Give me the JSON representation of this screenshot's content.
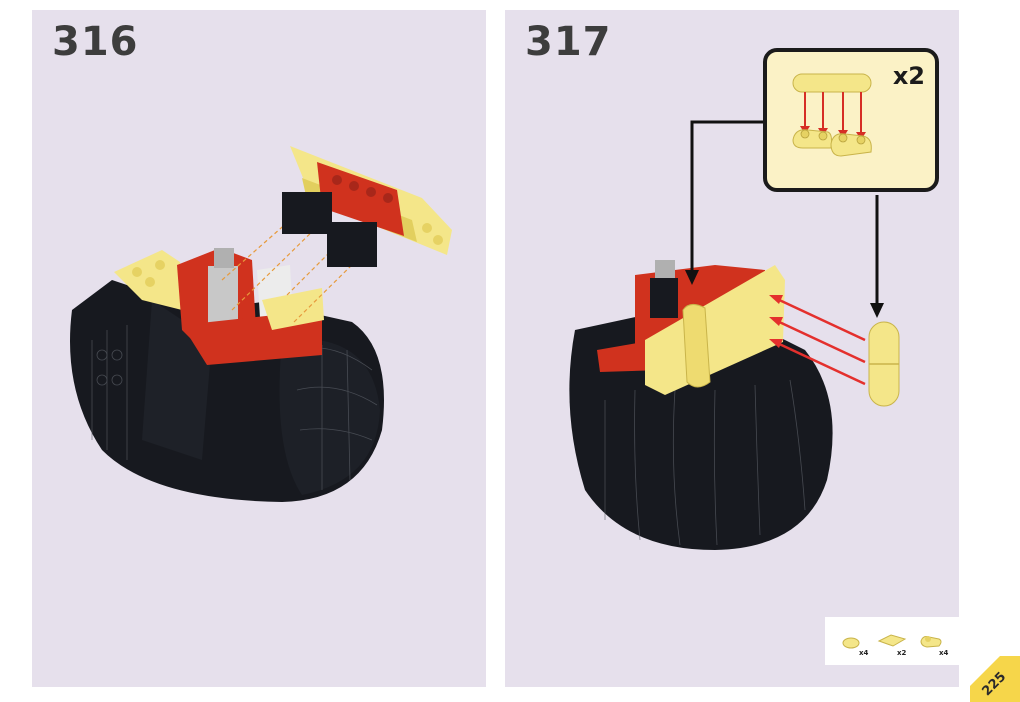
{
  "steps": [
    {
      "number": "316"
    },
    {
      "number": "317"
    }
  ],
  "callout": {
    "quantity": "x2"
  },
  "parts_list": [
    {
      "icon": "yellow-round-tile-icon",
      "quantity": "x4"
    },
    {
      "icon": "yellow-flat-tile-icon",
      "quantity": "x2"
    },
    {
      "icon": "yellow-plate-with-studs-icon",
      "quantity": "x4"
    }
  ],
  "page": {
    "number": "225"
  },
  "colors": {
    "background": "#e6e0ec",
    "brick_black": "#17191f",
    "brick_red": "#d0321e",
    "brick_yellow": "#f4e689",
    "callout_fill": "#fbf2c6",
    "arrow_red": "#e4302d",
    "page_badge": "#f6d64a"
  }
}
